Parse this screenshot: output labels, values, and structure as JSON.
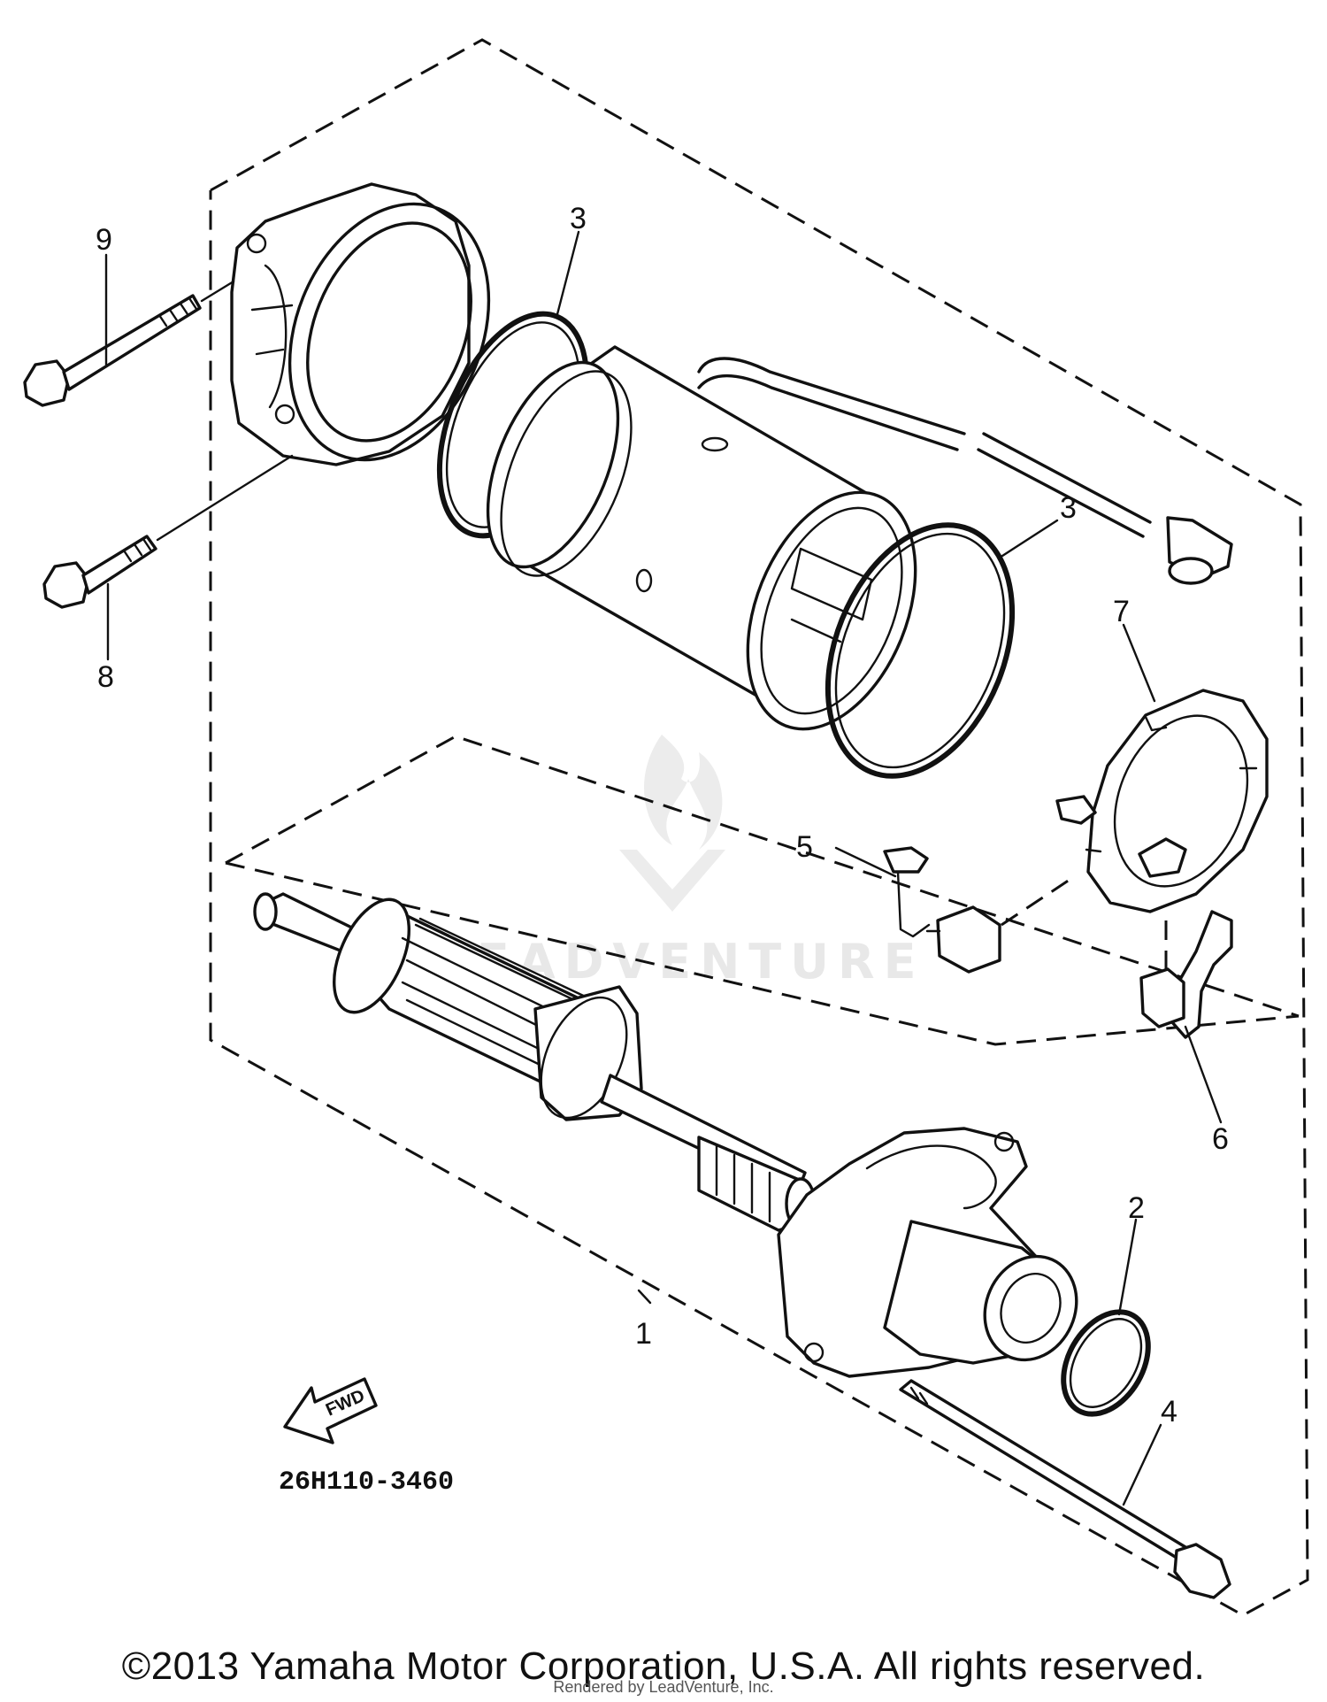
{
  "callouts": {
    "c1": "1",
    "c2": "2",
    "c3a": "3",
    "c3b": "3",
    "c4": "4",
    "c5": "5",
    "c6": "6",
    "c7": "7",
    "c8": "8",
    "c9": "9"
  },
  "fwd_label": "FWD",
  "diagram_code": "26H110-3460",
  "watermark": "LEADVENTURE",
  "footer": {
    "copyright": "©2013 Yamaha Motor Corporation, U.S.A. All rights reserved.",
    "rendered_by": "Rendered by LeadVenture, Inc."
  }
}
